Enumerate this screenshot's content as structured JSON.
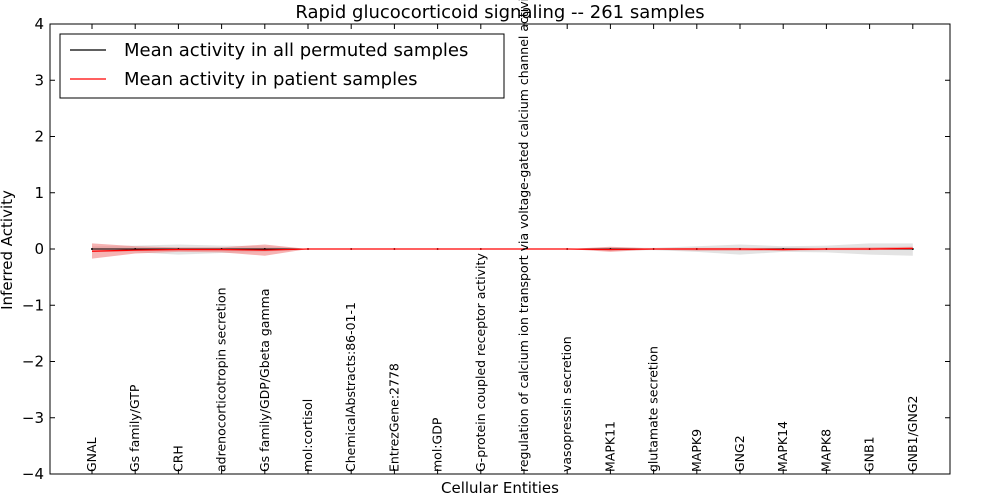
{
  "chart_data": {
    "type": "line",
    "title": "Rapid glucocorticoid signaling -- 261 samples",
    "xlabel": "Cellular Entities",
    "ylabel": "Inferred Activity",
    "ylim": [
      -4,
      4
    ],
    "yticks": [
      -4,
      -3,
      -2,
      -1,
      0,
      1,
      2,
      3,
      4
    ],
    "legend_position": "top-left",
    "categories": [
      "GNAL",
      "Gs family/GTP",
      "CRH",
      "adrenocorticotropin secretion",
      "Gs family/GDP/Gbeta gamma",
      "mol:cortisol",
      "ChemicalAbstracts:86-01-1",
      "EntrezGene:2778",
      "mol:GDP",
      "G-protein coupled receptor activity",
      "regulation of calcium ion transport via voltage-gated calcium channel activity",
      "vasopressin secretion",
      "MAPK11",
      "glutamate secretion",
      "MAPK9",
      "GNG2",
      "MAPK14",
      "MAPK8",
      "GNB1",
      "GNB1/GNG2"
    ],
    "series": [
      {
        "name": "Mean activity in all permuted samples",
        "color": "#000000",
        "band_color": "#cccccc",
        "values": [
          0,
          0,
          0,
          0,
          0,
          0,
          0,
          0,
          0,
          0,
          0,
          0,
          0,
          0,
          0,
          0,
          0,
          0,
          0,
          0
        ],
        "band_low": [
          -0.05,
          -0.06,
          -0.1,
          -0.07,
          -0.05,
          0,
          0,
          0,
          0,
          0,
          0,
          0,
          -0.03,
          -0.02,
          -0.05,
          -0.1,
          -0.05,
          -0.06,
          -0.1,
          -0.12
        ],
        "band_high": [
          0.05,
          0.06,
          0.08,
          0.06,
          0.05,
          0,
          0,
          0,
          0,
          0,
          0,
          0,
          0.03,
          0.02,
          0.05,
          0.08,
          0.05,
          0.06,
          0.1,
          0.1
        ]
      },
      {
        "name": "Mean activity in patient samples",
        "color": "#ff0000",
        "band_color": "#f08080",
        "values": [
          -0.04,
          -0.02,
          -0.01,
          -0.01,
          -0.02,
          0,
          0,
          0,
          0,
          0,
          0,
          0,
          -0.01,
          0,
          0,
          0,
          -0.01,
          0,
          0,
          0.01
        ],
        "band_low": [
          -0.17,
          -0.08,
          -0.05,
          -0.06,
          -0.12,
          0,
          0,
          0,
          0,
          0,
          0,
          0,
          -0.05,
          -0.01,
          -0.03,
          -0.03,
          -0.03,
          -0.02,
          -0.02,
          -0.01
        ],
        "band_high": [
          0.1,
          0.05,
          0.03,
          0.03,
          0.08,
          0,
          0,
          0,
          0,
          0,
          0,
          0,
          0.04,
          0.01,
          0.02,
          0.02,
          0.02,
          0.02,
          0.03,
          0.04
        ]
      }
    ]
  }
}
